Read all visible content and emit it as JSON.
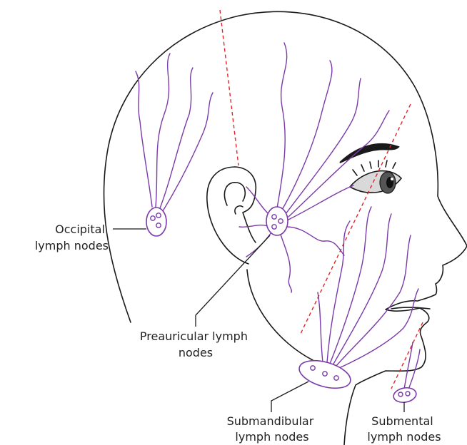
{
  "labels": {
    "occipital": [
      "Occipital",
      "lymph nodes"
    ],
    "preauricular": [
      "Preauricular lymph",
      "nodes"
    ],
    "submandibular": [
      "Submandibular",
      "lymph nodes"
    ],
    "submental": [
      "Submental",
      "lymph nodes"
    ]
  },
  "colors": {
    "outline": "#1a1a1a",
    "lymph_vessel": "#7a3aa8",
    "divider_line": "#e0242b"
  }
}
